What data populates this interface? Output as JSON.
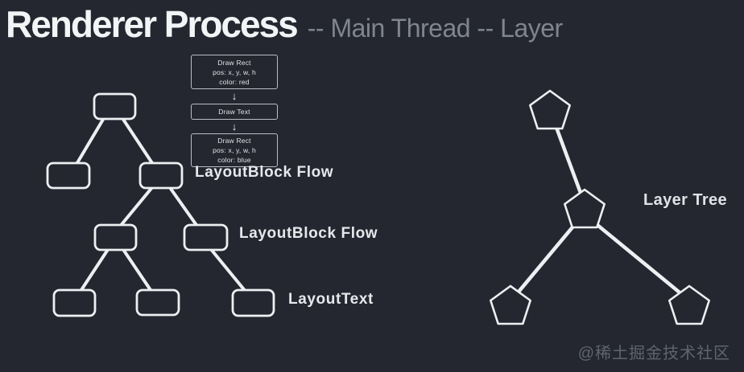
{
  "title": {
    "main": "Renderer Process",
    "suffix": "-- Main Thread -- Layer"
  },
  "paint_ops": {
    "boxes": [
      {
        "lines": [
          "Draw Rect",
          "pos: x, y, w, h",
          "color: red"
        ]
      },
      {
        "lines": [
          "Draw Text"
        ]
      },
      {
        "lines": [
          "Draw Rect",
          "pos: x, y, w, h",
          "color: blue"
        ]
      }
    ]
  },
  "icons": {
    "arrow_down": "↓"
  },
  "labels": {
    "layoutblock_flow_1": "LayoutBlock Flow",
    "layoutblock_flow_2": "LayoutBlock Flow",
    "layouttext": "LayoutText",
    "layer_tree": "Layer Tree"
  },
  "watermark": "@稀土掘金技术社区",
  "colors": {
    "background": "#24272f",
    "shape_stroke": "#edeff2",
    "title_main": "#f2f4f6",
    "title_suffix": "#80858e",
    "box_border": "#b9bdc6",
    "box_text": "#e0e3e8",
    "label_text": "#e6e8ec",
    "watermark_text": "#60646e"
  }
}
